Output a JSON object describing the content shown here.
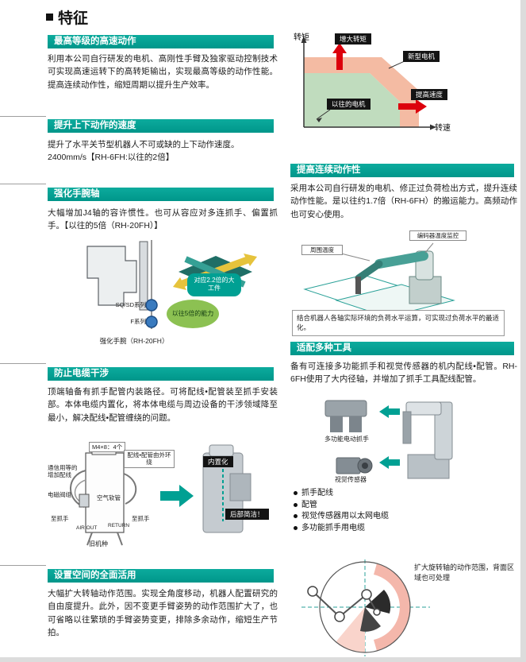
{
  "colors": {
    "accent_teal": "#00968a",
    "chart_pink": "#f4bba3",
    "chart_green": "#c0dcbe",
    "arrow_red": "#dc000c",
    "label_black": "#141414",
    "joint_blue": "#3a7bbf",
    "bubble_green": "#8cc152"
  },
  "page": {
    "title": "特征"
  },
  "left": {
    "s1": {
      "header": "最高等级的高速动作",
      "body": "利用本公司自行研发的电机、高刚性手臂及独家驱动控制技术可实现高速运转下的高转矩输出，实现最高等级的动作性能。提高连续动作性，缩短周期以提升生产效率。"
    },
    "s2": {
      "header": "提升上下动作的速度",
      "body": "提升了水平关节型机器人不可或缺的上下动作速度。",
      "body2": "2400mm/s【RH-6FH:以往的2倍】"
    },
    "s3": {
      "header": "强化手腕轴",
      "body": "大幅增加J4轴的容许惯性。也可从容应对多连抓手、偏置抓手。【以往的5倍（RH-20FH）】",
      "diagram": {
        "series_sq": "SQ/SD系列",
        "series_f": "F系列",
        "bubble_workpiece": "对应2.2倍的大工件",
        "bubble_capability": "以往5倍的能力",
        "caption": "强化手腕（RH-20FH）"
      }
    },
    "s4": {
      "header": "防止电缆干涉",
      "body": "顶端轴备有抓手配管内装路径。可将配线•配管装至抓手安装部。本体电缆内置化，将本体电缆与周边设备的干涉领域降至最小，解决配线•配管缠绕的问题。",
      "diagram": {
        "screws": "M4×8：4个",
        "external_routing": "配线•配管由外环绕",
        "comm_wiring": "通信用等的增加配线",
        "solenoid_valve": "电磁阀组",
        "air_hose": "空气软管",
        "to_hand_left": "至抓手",
        "air_out": "AIR OUT",
        "return_label": "RETURN",
        "to_hand_right": "至抓手",
        "old_model": "旧机种",
        "built_in": "内置化",
        "rear_clean": "后部简洁！"
      }
    },
    "s5": {
      "header": "设置空间的全面活用",
      "body": "大幅扩大转轴动作范围。实现全角度移动，机器人配置研究的自由度提升。此外，因不变更手臂姿势的动作范围扩大了，也可省略以往繁琐的手臂姿势变更，排除多余动作，缩短生产节拍。"
    }
  },
  "right": {
    "chart": {
      "y_axis_label": "转矩",
      "x_axis_label": "转速",
      "increase_torque": "增大转矩",
      "new_motor": "新型电机",
      "old_motor": "以往的电机",
      "increase_speed": "提高速度"
    },
    "s1": {
      "header": "提高连续动作性",
      "body": "采用本公司自行研发的电机、修正过负荷检出方式，提升连续动作性能。是以往约1.7倍（RH-6FH）的搬运能力。高频动作也可安心使用。",
      "diagram": {
        "encoder_temp": "编码器温度监控",
        "ambient_temp": "周围温度",
        "note": "结合机器人各轴实际环境的负荷水平运算，可实现过负荷水平的最适化。"
      }
    },
    "s2": {
      "header": "适配多种工具",
      "body": "备有可连接多功能抓手和视觉传感器的机内配线•配管。RH-6FH使用了大内径轴，并增加了抓手工具配线配管。",
      "labels": {
        "electric_hand": "多功能电动抓手",
        "vision_sensor": "视觉传感器"
      },
      "bullets": [
        "抓手配线",
        "配管",
        "视觉传感器用以太网电缆",
        "多功能抓手用电缆"
      ]
    },
    "rotation": {
      "note": "扩大旋转轴的动作范围，背面区域也可处理"
    }
  }
}
